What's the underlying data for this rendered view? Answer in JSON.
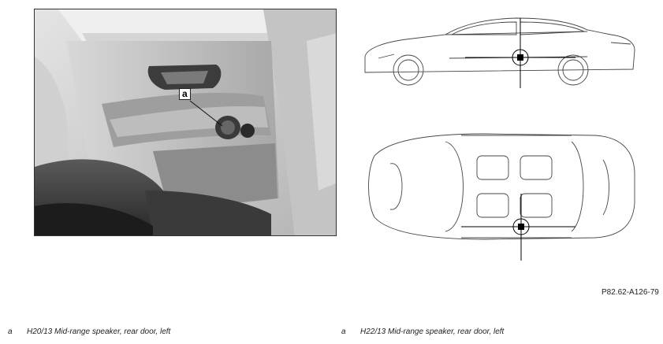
{
  "photo": {
    "callout_label": "a"
  },
  "reference_code": "P82.62-A126-79",
  "captions": [
    {
      "key": "a",
      "text": "H20/13 Mid-range speaker, rear door, left"
    },
    {
      "key": "a",
      "text": "H22/13 Mid-range speaker, rear door, left"
    }
  ]
}
